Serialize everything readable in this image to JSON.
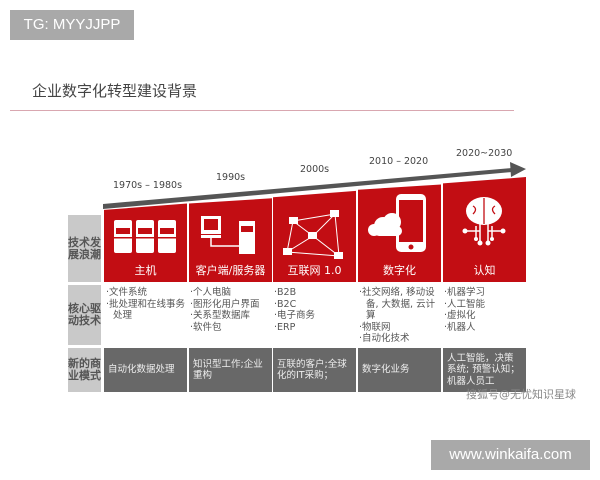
{
  "tag": "TG: MYYJJPP",
  "title": "企业数字化转型建设背景",
  "row_labels": [
    "技术发展浪潮",
    "核心驱动技术",
    "新的商业模式"
  ],
  "accent_color": "#c20d13",
  "eras": [
    {
      "year": "1970s – 1980s",
      "wave": "主机",
      "icon": "mainframe-icon",
      "tech": [
        "文件系统",
        "批处理和在线事务处理"
      ],
      "business": "自动化数据处理"
    },
    {
      "year": "1990s",
      "wave": "客户端/服务器",
      "icon": "client-server-icon",
      "tech": [
        "个人电脑",
        "图形化用户界面",
        "关系型数据库",
        "软件包"
      ],
      "business": "知识型工作;企业重构"
    },
    {
      "year": "2000s",
      "wave": "互联网 1.0",
      "icon": "network-icon",
      "tech": [
        "B2B",
        "B2C",
        "电子商务",
        "ERP"
      ],
      "business": "互联的客户;全球化的IT采购；"
    },
    {
      "year": "2010 – 2020",
      "wave": "数字化",
      "icon": "cloud-phone-icon",
      "tech": [
        "社交网络, 移动设备, 大数据, 云计算",
        "物联网",
        "自动化技术"
      ],
      "business": "数字化业务"
    },
    {
      "year": "2020~2030",
      "wave": "认知",
      "icon": "brain-circuit-icon",
      "tech": [
        "机器学习",
        "人工智能",
        "虚拟化",
        "机器人"
      ],
      "business": "人工智能，决策系统; 预警认知；机器人员工"
    }
  ],
  "watermark": "搜狐号@无忧知识星球",
  "url": "www.winkaifa.com"
}
